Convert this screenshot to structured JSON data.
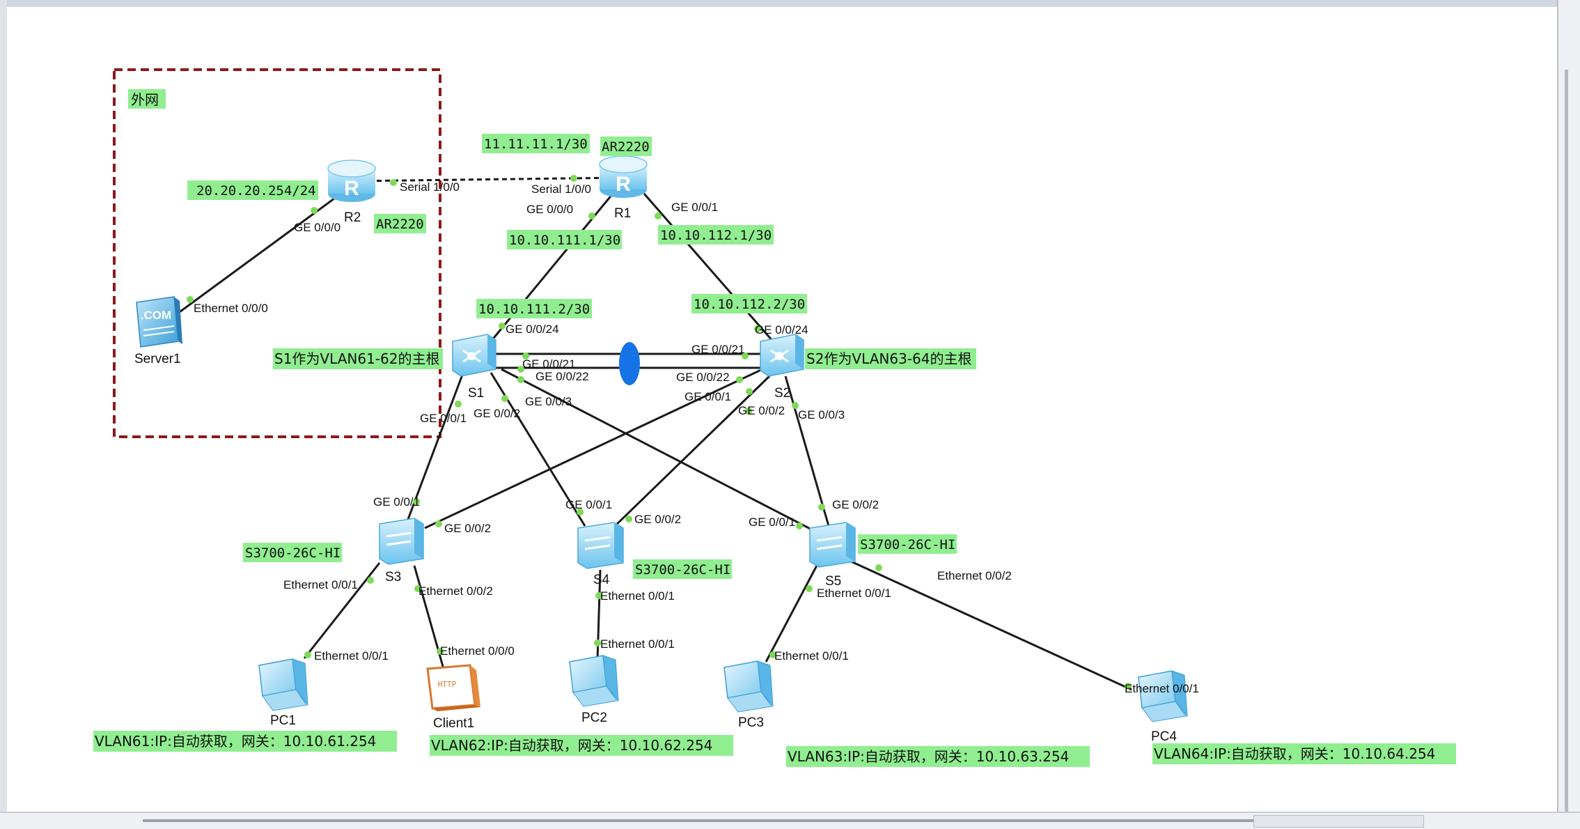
{
  "colors": {
    "note_bg": "#90ee90",
    "port_dot": "#7ed957",
    "region_border": "#8b1a1a",
    "eth_trunk": "#1673e6",
    "device": "#8fd3f2"
  },
  "region": {
    "label": "外网"
  },
  "devices": {
    "r1": {
      "name": "R1",
      "model": "AR2220",
      "icon": "router-icon"
    },
    "r2": {
      "name": "R2",
      "model": "AR2220",
      "icon": "router-icon"
    },
    "server1": {
      "name": "Server1",
      "icon": "server-icon",
      "badge": ".COM"
    },
    "s1": {
      "name": "S1",
      "note": "S1作为VLAN61-62的主根",
      "icon": "core-switch-icon"
    },
    "s2": {
      "name": "S2",
      "note": "S2作为VLAN63-64的主根",
      "icon": "core-switch-icon"
    },
    "s3": {
      "name": "S3",
      "model": "S3700-26C-HI",
      "icon": "access-switch-icon"
    },
    "s4": {
      "name": "S4",
      "model": "S3700-26C-HI",
      "icon": "access-switch-icon"
    },
    "s5": {
      "name": "S5",
      "model": "S3700-26C-HI",
      "icon": "access-switch-icon"
    },
    "pc1": {
      "name": "PC1",
      "note": "VLAN61:IP:自动获取，网关：10.10.61.254",
      "icon": "pc-icon"
    },
    "client1": {
      "name": "Client1",
      "badge": "HTTP",
      "icon": "http-client-icon"
    },
    "pc2": {
      "name": "PC2",
      "note": "VLAN62:IP:自动获取，网关：10.10.62.254",
      "icon": "pc-icon"
    },
    "pc3": {
      "name": "PC3",
      "note": "VLAN63:IP:自动获取，网关：10.10.63.254",
      "icon": "pc-icon"
    },
    "pc4": {
      "name": "PC4",
      "note": "VLAN64:IP:自动获取，网关：10.10.64.254",
      "icon": "pc-icon"
    }
  },
  "ip_labels": {
    "r2_serial": "20.20.20.254/24",
    "r1_serial": "11.11.11.1/30",
    "r1_ge000": "10.10.111.1/30",
    "r1_ge001": "10.10.112.1/30",
    "s1_ge0024": "10.10.111.2/30",
    "s2_ge0024": "10.10.112.2/30"
  },
  "ports": {
    "r2_s1": "Serial 1/0/0",
    "r1_s1": "Serial 1/0/0",
    "r2_ge": "GE 0/0/0",
    "server_eth": "Ethernet 0/0/0",
    "r1_ge0": "GE 0/0/0",
    "r1_ge1": "GE 0/0/1",
    "s1_24": "GE 0/0/24",
    "s2_24": "GE 0/0/24",
    "s1_21": "GE 0/0/21",
    "s1_22": "GE 0/0/22",
    "s2_21": "GE 0/0/21",
    "s2_22": "GE 0/0/22",
    "s1_1": "GE 0/0/1",
    "s1_2": "GE 0/0/2",
    "s1_3": "GE 0/0/3",
    "s2_1": "GE 0/0/1",
    "s2_2": "GE 0/0/2",
    "s2_3": "GE 0/0/3",
    "s3_1": "GE 0/0/1",
    "s3_2": "GE 0/0/2",
    "s4_1": "GE 0/0/1",
    "s4_2": "GE 0/0/2",
    "s5_1": "GE 0/0/1",
    "s5_2": "GE 0/0/2",
    "s3_e1": "Ethernet 0/0/1",
    "s3_e2": "Ethernet 0/0/2",
    "pc1_e1": "Ethernet 0/0/1",
    "client_e0": "Ethernet 0/0/0",
    "s4_e1": "Ethernet 0/0/1",
    "pc2_e1": "Ethernet 0/0/1",
    "s5_e1": "Ethernet 0/0/1",
    "s5_e2": "Ethernet 0/0/2",
    "pc3_e1": "Ethernet 0/0/1",
    "pc4_e1": "Ethernet 0/0/1"
  }
}
